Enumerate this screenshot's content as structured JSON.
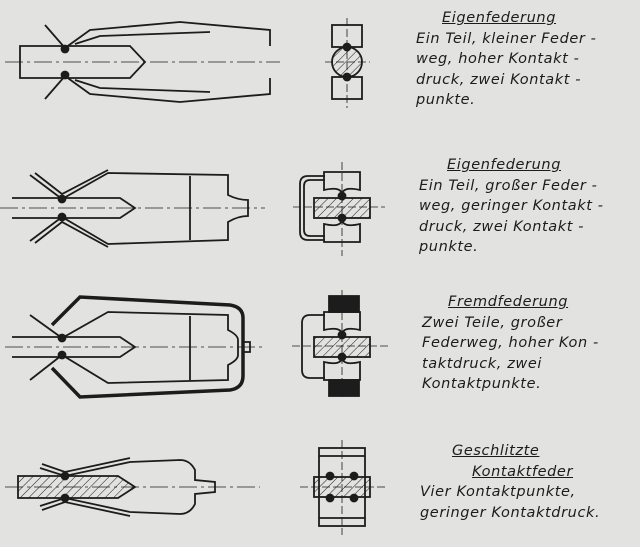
{
  "blocks": [
    {
      "title": "Eigenfederung",
      "lines": [
        "Ein Teil, kleiner Feder -",
        "weg, hoher Kontakt -",
        "druck, zwei Kontakt -",
        "punkte."
      ]
    },
    {
      "title": "Eigenfederung",
      "lines": [
        "Ein Teil, großer Feder -",
        "weg, geringer Kontakt -",
        "druck, zwei Kontakt -",
        "punkte."
      ]
    },
    {
      "title": "Fremdfederung",
      "lines": [
        "Zwei Teile, großer",
        "Federweg, hoher Kon -",
        "taktdruck, zwei",
        "Kontaktpunkte."
      ]
    },
    {
      "title": "Geschlitzte",
      "title2": "Kontaktfeder",
      "lines": [
        "Vier Kontaktpunkte,",
        "geringer Kontaktdruck."
      ]
    }
  ]
}
